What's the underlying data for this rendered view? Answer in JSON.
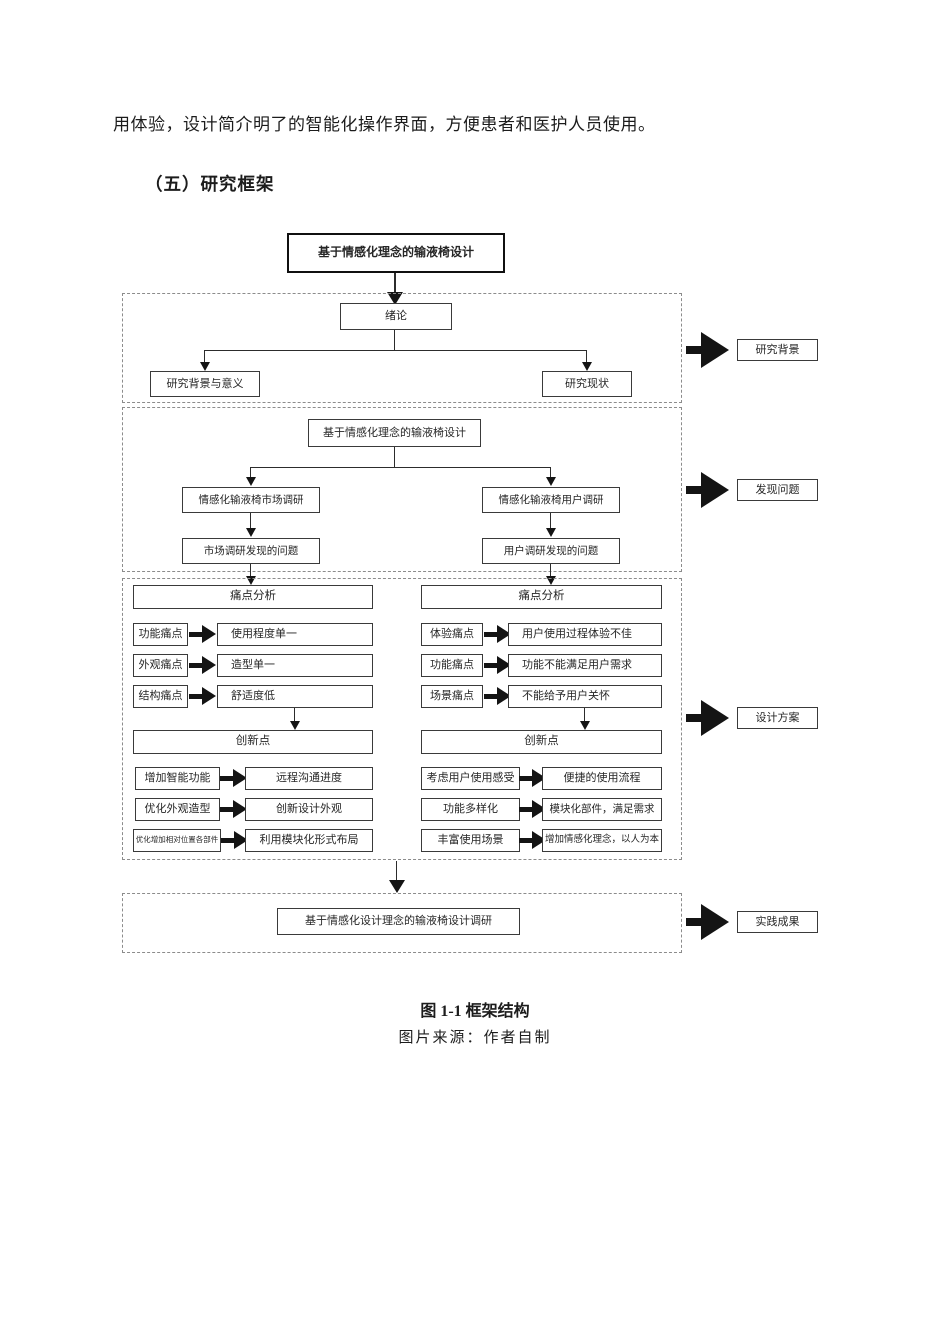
{
  "document": {
    "body_text": "用体验，设计简介明了的智能化操作界面，方便患者和医护人员使用。",
    "heading": "（五）研究框架",
    "caption": {
      "title": "图 1-1 框架结构",
      "source": "图片来源：作者自制"
    }
  },
  "flowchart": {
    "root_title": "基于情感化理念的输液椅设计",
    "colors": {
      "box_border": "#3a3a3a",
      "arrow": "#141414",
      "dashed_border": "#8c8c8c",
      "text": "#262626"
    },
    "icons": {
      "section_pointer": "solid-right-arrow",
      "connector_head": "solid-down-triangle"
    },
    "sections": {
      "intro": {
        "side_label": "研究背景",
        "box": "绪论",
        "left": "研究背景与意义",
        "right": "研究现状"
      },
      "research": {
        "side_label": "发现问题",
        "title": "基于情感化理念的输液椅设计",
        "left_branch": "情感化输液椅市场调研",
        "right_branch": "情感化输液椅用户调研",
        "left_result": "市场调研发现的问题",
        "right_result": "用户调研发现的问题"
      },
      "design": {
        "side_label": "设计方案",
        "left": {
          "pain_title": "痛点分析",
          "pains": [
            {
              "label": "功能痛点",
              "value": "使用程度单一"
            },
            {
              "label": "外观痛点",
              "value": "造型单一"
            },
            {
              "label": "结构痛点",
              "value": "舒适度低"
            }
          ],
          "innovation_title": "创新点",
          "innovations": [
            {
              "label": "增加智能功能",
              "value": "远程沟通进度"
            },
            {
              "label": "优化外观造型",
              "value": "创新设计外观"
            },
            {
              "label": "优化增加相对位置各部件",
              "value": "利用模块化形式布局"
            }
          ]
        },
        "right": {
          "pain_title": "痛点分析",
          "pains": [
            {
              "label": "体验痛点",
              "value": "用户使用过程体验不佳"
            },
            {
              "label": "功能痛点",
              "value": "功能不能满足用户需求"
            },
            {
              "label": "场景痛点",
              "value": "不能给予用户关怀"
            }
          ],
          "innovation_title": "创新点",
          "innovations": [
            {
              "label": "考虑用户使用感受",
              "value": "便捷的使用流程"
            },
            {
              "label": "功能多样化",
              "value": "模块化部件，满足需求"
            },
            {
              "label": "丰富使用场景",
              "value": "增加情感化理念，以人为本"
            }
          ]
        }
      },
      "outcome": {
        "side_label": "实践成果",
        "title": "基于情感化设计理念的输液椅设计调研"
      }
    }
  }
}
